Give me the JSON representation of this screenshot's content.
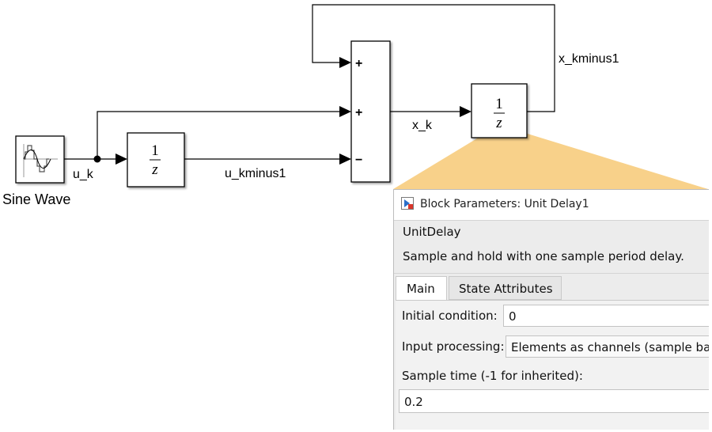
{
  "diagram": {
    "sine_block": {
      "name": "Sine Wave",
      "icon": "sine-wave-icon"
    },
    "unit_delay": {
      "numerator": "1",
      "denominator": "z"
    },
    "unit_delay1": {
      "numerator": "1",
      "denominator": "z"
    },
    "sum_signs": [
      "+",
      "+",
      "−"
    ],
    "signals": {
      "u_k": "u_k",
      "u_kminus1": "u_kminus1",
      "x_k": "x_k",
      "x_kminus1": "x_kminus1"
    },
    "callout_color": "#f8d18a"
  },
  "dialog": {
    "title": "Block Parameters: Unit Delay1",
    "title_icon": "block-parameters-icon",
    "block_type": "UnitDelay",
    "description": "Sample and hold with one sample period delay.",
    "tabs": [
      {
        "label": "Main",
        "active": true
      },
      {
        "label": "State Attributes",
        "active": false
      }
    ],
    "initial_condition": {
      "label": "Initial condition:",
      "value": "0"
    },
    "input_processing": {
      "label": "Input processing:",
      "value": "Elements as channels (sample ba"
    },
    "sample_time": {
      "label": "Sample time (-1 for inherited):",
      "value": "0.2"
    }
  }
}
